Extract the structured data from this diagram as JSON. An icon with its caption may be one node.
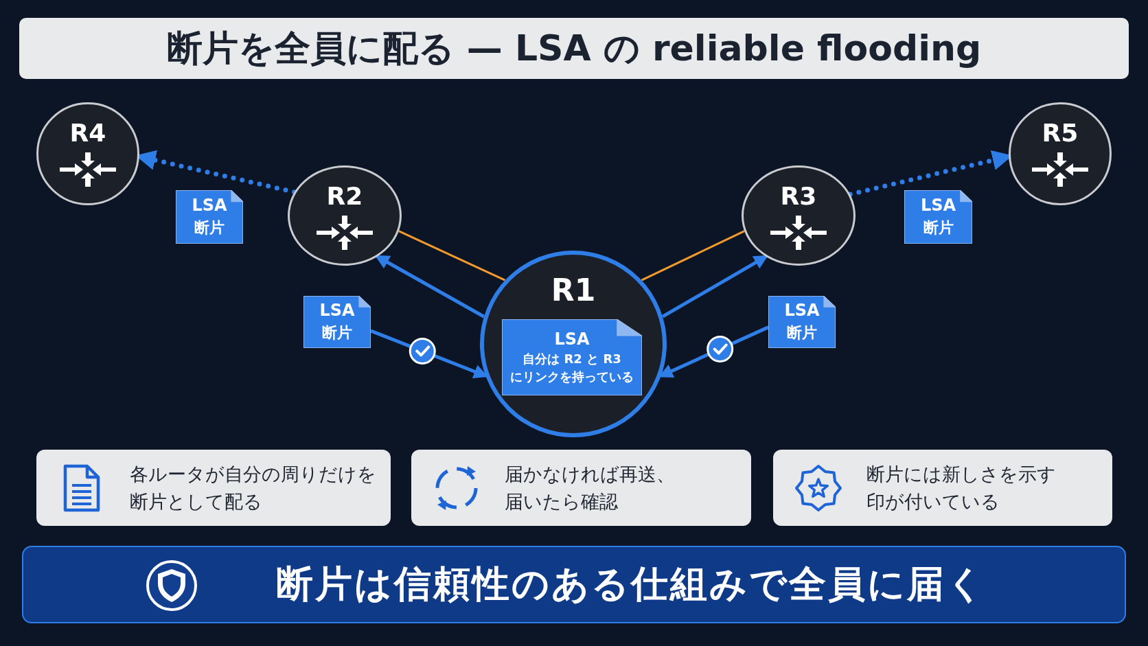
{
  "diagram": {
    "title": "断片を全員に配る — LSA の reliable flooding",
    "nodes": [
      {
        "text": [
          "R4"
        ]
      },
      {
        "text": [
          "R2"
        ]
      },
      {
        "text": [
          "R3"
        ]
      },
      {
        "text": [
          "R5"
        ]
      },
      {
        "text": [
          "R1"
        ]
      },
      {
        "text": [
          "LSA",
          "自分は R2 と R3 にリンクを持っている"
        ],
        "in": 4
      },
      {
        "text": [
          "LSA",
          "断片"
        ]
      },
      {
        "text": [
          "LSA",
          "断片"
        ]
      },
      {
        "text": [
          "LSA",
          "断片"
        ]
      },
      {
        "text": [
          "LSA",
          "断片"
        ]
      },
      {
        "text": [
          "各ルータが自分の周りだけを断片として配る"
        ]
      },
      {
        "text": [
          "届かなければ再送、届いたら確認"
        ]
      },
      {
        "text": [
          "断片には新しさを示す印が付いている"
        ]
      },
      {
        "text": [
          "断片は信頼性のある仕組みで全員に届く"
        ]
      }
    ],
    "edges": [
      {
        "from": 1,
        "to": 0,
        "arrow": "to",
        "style": "dashed"
      },
      {
        "from": 2,
        "to": 3,
        "arrow": "to",
        "style": "dashed"
      },
      {
        "from": 4,
        "to": 1,
        "arrow": "none",
        "color": "#f29a2e"
      },
      {
        "from": 4,
        "to": 2,
        "arrow": "none",
        "color": "#f29a2e"
      },
      {
        "from": 4,
        "to": 1,
        "arrow": "to"
      },
      {
        "from": 4,
        "to": 2,
        "arrow": "to"
      },
      {
        "from": 7,
        "to": 4,
        "arrow": "to"
      },
      {
        "from": 8,
        "to": 4,
        "arrow": "to"
      }
    ]
  }
}
